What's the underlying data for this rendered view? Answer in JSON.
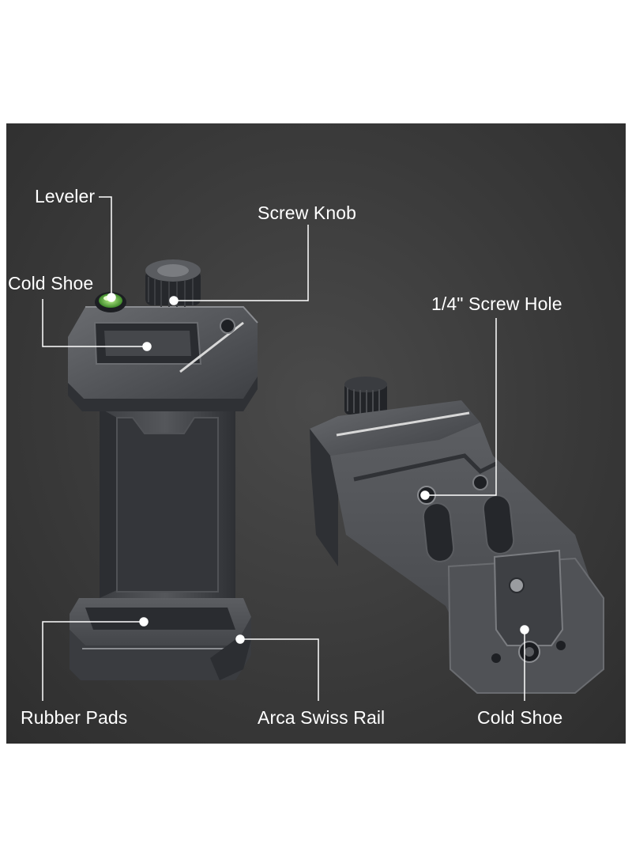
{
  "callouts": {
    "leveler": "Leveler",
    "screw_knob": "Screw Knob",
    "cold_shoe_top": "Cold Shoe",
    "screw_hole": "1/4\" Screw Hole",
    "rubber_pads": "Rubber Pads",
    "arca_swiss_rail": "Arca Swiss Rail",
    "cold_shoe_bottom": "Cold Shoe"
  },
  "colors": {
    "background": "#3a3a3a",
    "metal": "#55575b",
    "callout_line": "#ffffff",
    "leveler_bubble": "#7ed957"
  }
}
